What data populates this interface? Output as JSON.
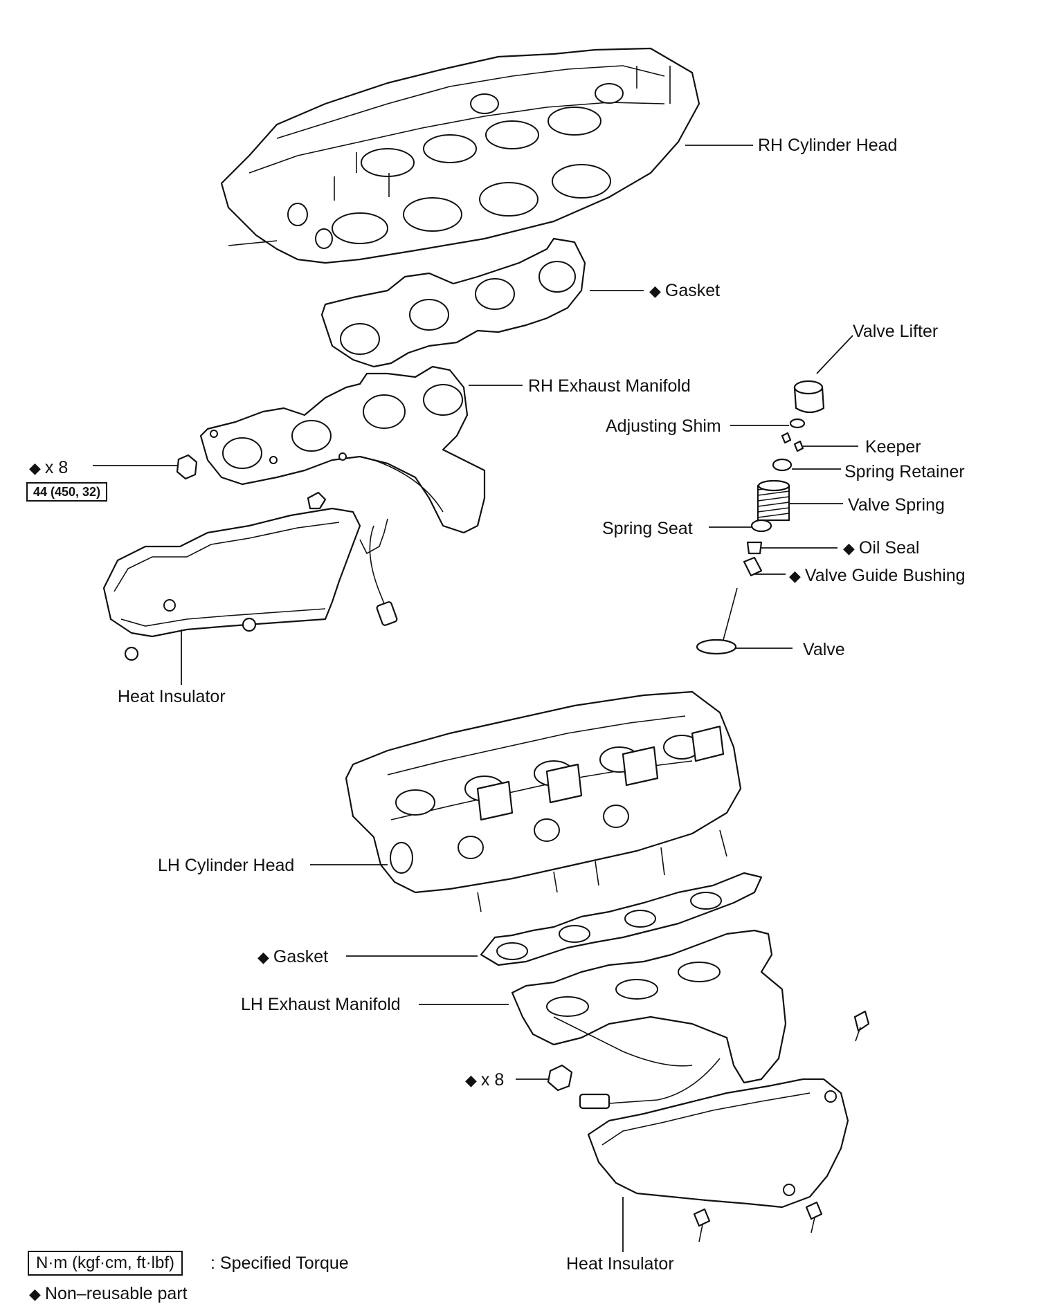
{
  "labels": {
    "rh_cylinder_head": "RH Cylinder Head",
    "rh_gasket": "Gasket",
    "valve_lifter": "Valve Lifter",
    "rh_exhaust_manifold": "RH Exhaust Manifold",
    "adjusting_shim": "Adjusting Shim",
    "keeper": "Keeper",
    "spring_retainer": "Spring Retainer",
    "valve_spring": "Valve Spring",
    "spring_seat": "Spring Seat",
    "oil_seal": "Oil Seal",
    "valve_guide_bushing": "Valve Guide Bushing",
    "valve": "Valve",
    "rh_nut_qty": "x 8",
    "rh_torque": "44 (450, 32)",
    "rh_heat_insulator": "Heat Insulator",
    "lh_cylinder_head": "LH Cylinder Head",
    "lh_gasket": "Gasket",
    "lh_exhaust_manifold": "LH Exhaust Manifold",
    "lh_nut_qty": "x 8",
    "lh_heat_insulator": "Heat Insulator"
  },
  "legend": {
    "torque_unit": "N·m (kgf·cm, ft·lbf)",
    "torque_desc": ": Specified Torque",
    "non_reusable": "Non–reusable part"
  },
  "symbols": {
    "non_reusable_mark": "◆"
  }
}
